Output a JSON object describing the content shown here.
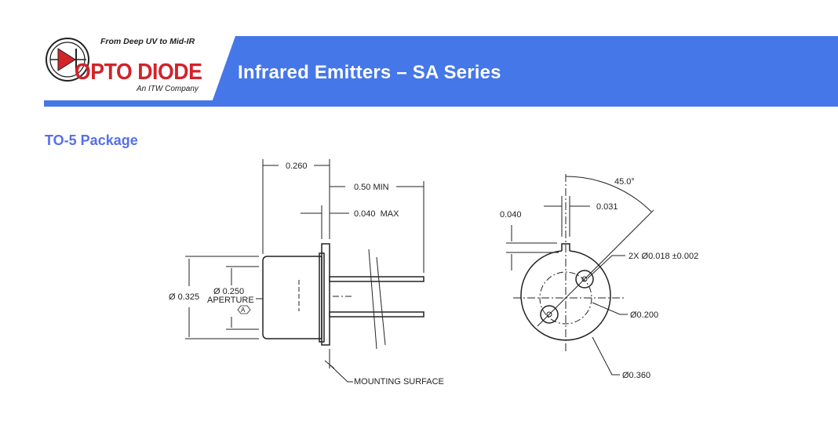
{
  "header": {
    "title": "Infrared Emitters – SA Series",
    "brand_color": "#4577e8",
    "logo": {
      "tagline": "From Deep UV to Mid-IR",
      "name": "OPTO DIODE",
      "company": "An ITW Company"
    }
  },
  "section_title": "TO-5 Package",
  "side_view": {
    "dim_length": "0.260",
    "dim_lead": "0.50 MIN",
    "dim_flange": "0.040  MAX",
    "dim_diameter": "Ø 0.325",
    "dim_aperture": "Ø 0.250",
    "aperture_label": "APERTURE",
    "datum": "A",
    "mounting_label": "MOUNTING SURFACE"
  },
  "bottom_view": {
    "angle": "45.0°",
    "tab_width": "0.031",
    "tab_height": "0.040",
    "lead_dia": "2X Ø0.018 ±0.002",
    "pin_circle": "Ø0.200",
    "body_dia": "Ø0.360"
  }
}
